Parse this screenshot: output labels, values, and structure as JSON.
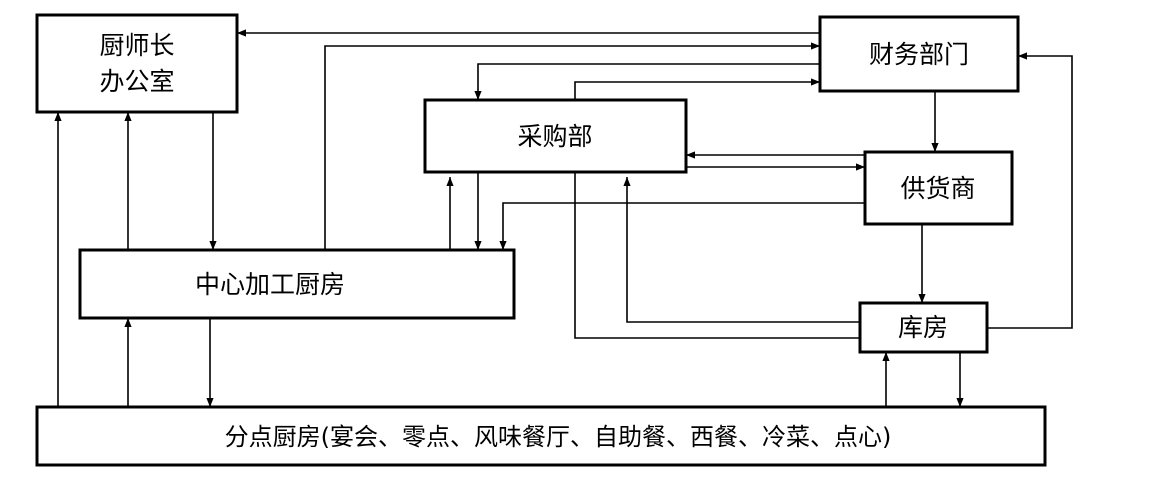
{
  "nodes": {
    "chef_office": {
      "line1": "厨师长",
      "line2": "办公室"
    },
    "finance": {
      "label": "财务部门"
    },
    "purchasing": {
      "label": "采购部"
    },
    "supplier": {
      "label": "供货商"
    },
    "central_kitchen": {
      "label": "中心加工厨房"
    },
    "warehouse": {
      "label": "库房"
    },
    "branch_kitchens": {
      "label": "分点厨房(宴会、零点、风味餐厅、自助餐、西餐、冷菜、点心)"
    }
  }
}
